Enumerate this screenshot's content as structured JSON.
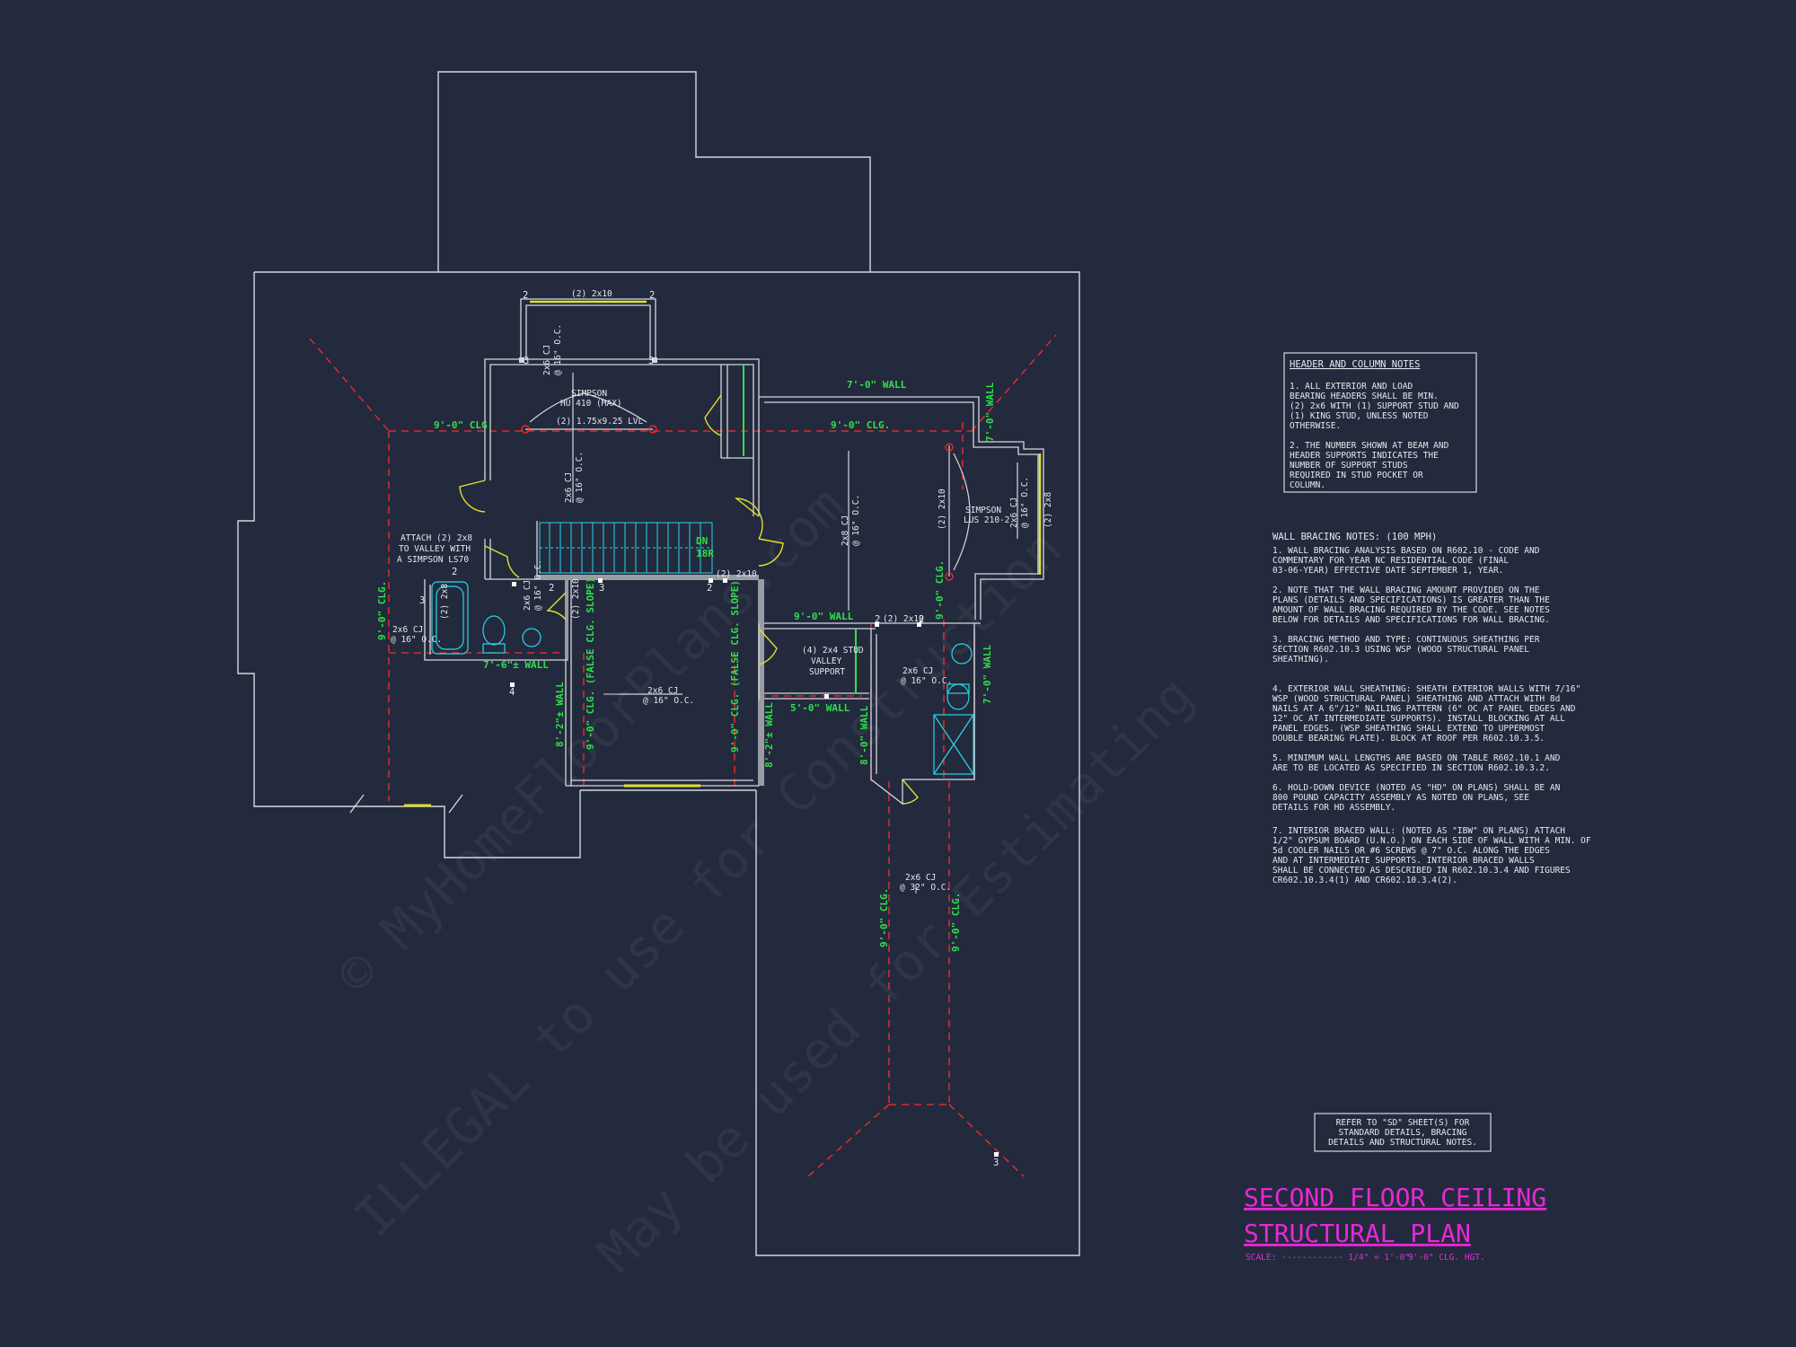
{
  "sheet": {
    "title_line1": "SECOND FLOOR CEILING",
    "title_line2": "STRUCTURAL PLAN",
    "scale_label": "SCALE: ------------ 1/4\" = 1'-0\"",
    "ceiling_height_note": "9'-0\" CLG. HGT.",
    "refer_note": [
      "REFER TO \"SD\" SHEET(S) FOR",
      "STANDARD DETAILS, BRACING",
      "DETAILS AND STRUCTURAL NOTES."
    ],
    "watermark": [
      "© MyHomeFloorPlans.com",
      "ILLEGAL to use for Construction",
      "May be used for Estimating"
    ]
  },
  "header_notes": {
    "title": "HEADER AND COLUMN NOTES",
    "lines": [
      "1. ALL EXTERIOR AND LOAD",
      "BEARING HEADERS SHALL BE MIN.",
      "(2) 2x6 WITH (1) SUPPORT STUD AND",
      "(1) KING STUD, UNLESS NOTED",
      "OTHERWISE.",
      "",
      "2. THE NUMBER SHOWN AT BEAM AND",
      "HEADER SUPPORTS INDICATES THE",
      "NUMBER OF SUPPORT STUDS",
      "REQUIRED IN STUD POCKET OR",
      "COLUMN."
    ]
  },
  "bracing_notes": {
    "title": "WALL BRACING NOTES: (100 MPH)",
    "lines": [
      "1. WALL BRACING ANALYSIS BASED ON R602.10 - CODE AND",
      "COMMENTARY FOR YEAR NC RESIDENTIAL CODE (FINAL",
      "03-06-YEAR) EFFECTIVE DATE SEPTEMBER 1, YEAR.",
      "",
      "2. NOTE THAT THE WALL BRACING AMOUNT PROVIDED ON THE",
      "PLANS (DETAILS AND SPECIFICATIONS) IS GREATER THAN THE",
      "AMOUNT OF WALL BRACING REQUIRED BY THE CODE. SEE NOTES",
      "BELOW FOR DETAILS AND SPECIFICATIONS FOR WALL BRACING.",
      "",
      "3. BRACING METHOD AND TYPE: CONTINUOUS SHEATHING PER",
      "SECTION R602.10.3 USING WSP (WOOD STRUCTURAL PANEL",
      "SHEATHING).",
      "",
      "4. EXTERIOR WALL SHEATHING: SHEATH EXTERIOR WALLS WITH 7/16\"",
      "WSP (WOOD STRUCTURAL PANEL) SHEATHING AND ATTACH WITH 8d",
      "NAILS AT A 6\"/12\" NAILING PATTERN (6\" OC AT PANEL EDGES AND",
      "12\" OC AT INTERMEDIATE SUPPORTS). INSTALL BLOCKING AT ALL",
      "PANEL EDGES. (WSP SHEATHING SHALL EXTEND TO UPPERMOST",
      "DOUBLE BEARING PLATE). BLOCK AT ROOF PER R602.10.3.5.",
      "",
      "5. MINIMUM WALL LENGTHS ARE BASED ON TABLE R602.10.1 AND",
      "ARE TO BE LOCATED AS SPECIFIED IN SECTION R602.10.3.2.",
      "",
      "6. HOLD-DOWN DEVICE (NOTED AS \"HD\" ON PLANS) SHALL BE AN",
      "800 POUND CAPACITY ASSEMBLY AS NOTED ON PLANS, SEE",
      "DETAILS FOR HD ASSEMBLY.",
      "",
      "7. INTERIOR BRACED WALL: (NOTED AS \"IBW\" ON PLANS) ATTACH",
      "1/2\" GYPSUM BOARD (U.N.O.) ON EACH SIDE OF WALL WITH A MIN. OF",
      "5d COOLER NAILS OR #6 SCREWS @ 7\" O.C. ALONG THE EDGES",
      "AND AT INTERMEDIATE SUPPORTS. INTERIOR BRACED WALLS",
      "SHALL BE CONNECTED AS DESCRIBED IN R602.10.3.4 AND FIGURES",
      "CR602.10.3.4(1) AND CR602.10.3.4(2)."
    ]
  },
  "plan_labels": {
    "clg_9_left": "9'-0\" CLG.",
    "clg_9_center": "9'-0\" CLG.",
    "wall_7_top": "7'-0\" WALL",
    "wall_7_right_vert": "7'-0\" WALL",
    "header_top": "(2) 2x10",
    "simpson_hu": [
      "SIMPSON",
      "HU 410 (MAX)"
    ],
    "lvl": "(2) 1.75x9.25 LVL",
    "cj_top_vert": [
      "2x6 CJ",
      "@ 16\" O.C."
    ],
    "cj_center_vert": [
      "2x6 CJ",
      "@ 16\" O.C."
    ],
    "cj_mid_vert": [
      "2x8 CJ",
      "@ 16\" O.C."
    ],
    "simpson_lus": [
      "SIMPSON",
      "LUS 210-2"
    ],
    "hdr_2x10_vert": "(2) 2x10",
    "hdr_2x8_vert": "(2) 2x8",
    "cj_right_vert": [
      "2x6 CJ",
      "@ 16\" O.C."
    ],
    "attach": [
      "ATTACH (2) 2x8",
      "TO VALLEY WITH",
      "A SIMPSON LS70"
    ],
    "hdr_2x8_small": "(2) 2x8",
    "cj_small_vert": [
      "2x6 CJ",
      "@ 16\" O.C."
    ],
    "hdr_2x10_small_vert": "(2) 2x10",
    "hdr_2x10_stair": "(2) 2x10",
    "clg_9_left_vert": "9'-0\" CLG.",
    "cj_left": [
      "2x6 CJ",
      "@ 16\" O.C."
    ],
    "wall_76": "7'-6\"± WALL",
    "stair_dn": "DN",
    "stair_num": "18R",
    "wall_9_mid": "9'-0\" WALL",
    "hdr_2x10_mid": "(2) 2x10",
    "clg_9_right_vert": "9'-0\" CLG.",
    "stud_valley": [
      "(4) 2x4 STUD",
      "VALLEY",
      "SUPPORT"
    ],
    "cj_bath": [
      "2x6 CJ",
      "@ 16\" O.C."
    ],
    "wall_7_right": "7'-0\" WALL",
    "false_clg_left": "9'-0\" CLG. (FALSE CLG. SLOPE)",
    "false_clg_right": "9'-0\" CLG. (FALSE CLG. SLOPE)",
    "cj_room": [
      "2x6 CJ",
      "@ 16\" O.C."
    ],
    "wall_5": "5'-0\" WALL",
    "wall_82_left": "8'-2\"± WALL",
    "wall_82_mid": "8'-2\"± WALL",
    "wall_8_right": "8'-0\" WALL",
    "cj_32": [
      "2x6 CJ",
      "@ 32\" O.C."
    ],
    "clg_9_bot_left": "9'-0\" CLG.",
    "clg_9_bot_right": "9'-0\" CLG.",
    "support_nums": [
      "2",
      "2",
      "3",
      "3",
      "2",
      "2",
      "2",
      "3",
      "3",
      "4",
      "2",
      "2",
      "3"
    ]
  },
  "colors": {
    "background": "#232a3d",
    "lines": "#d6d8de",
    "label_green": "#2fe04a",
    "hidden_red": "#ff2a2a",
    "title_magenta": "#e629d6",
    "header_yellow": "#e0e030",
    "fixture_cyan": "#2ad6e6"
  }
}
